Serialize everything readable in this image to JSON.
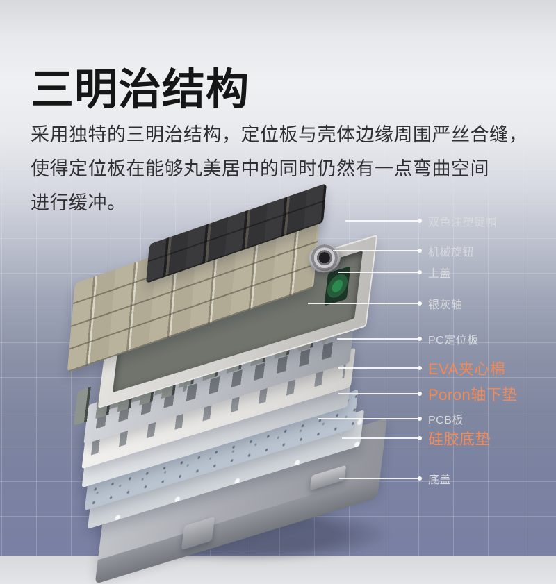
{
  "title": "三明治结构",
  "paragraph": {
    "lines": [
      "采用独特的三明治结构，定位板与壳体边缘周围严丝合缝，",
      "使得定位板在能够丸美居中的同时仍然有一点弯曲空间",
      "进行缓冲。"
    ]
  },
  "colors": {
    "accent-orange": "#F08A58",
    "label-gray": "#D8DADE",
    "bg-top": "#EEF0F2",
    "bg-bottom": "#7A80A3"
  },
  "diagram": {
    "subject": "keyboard-exploded-view",
    "labels": [
      {
        "text": "双色注塑键帽",
        "emphasis": false
      },
      {
        "text": "机械旋钮",
        "emphasis": false
      },
      {
        "text": "上盖",
        "emphasis": false
      },
      {
        "text": "银灰轴",
        "emphasis": false
      },
      {
        "text": "PC定位板",
        "emphasis": false
      },
      {
        "text": "EVA夹心棉",
        "emphasis": true
      },
      {
        "text": "Poron轴下垫",
        "emphasis": true
      },
      {
        "text": "PCB板",
        "emphasis": false
      },
      {
        "text": "硅胶底垫",
        "emphasis": true
      },
      {
        "text": "底盖",
        "emphasis": false
      }
    ]
  }
}
